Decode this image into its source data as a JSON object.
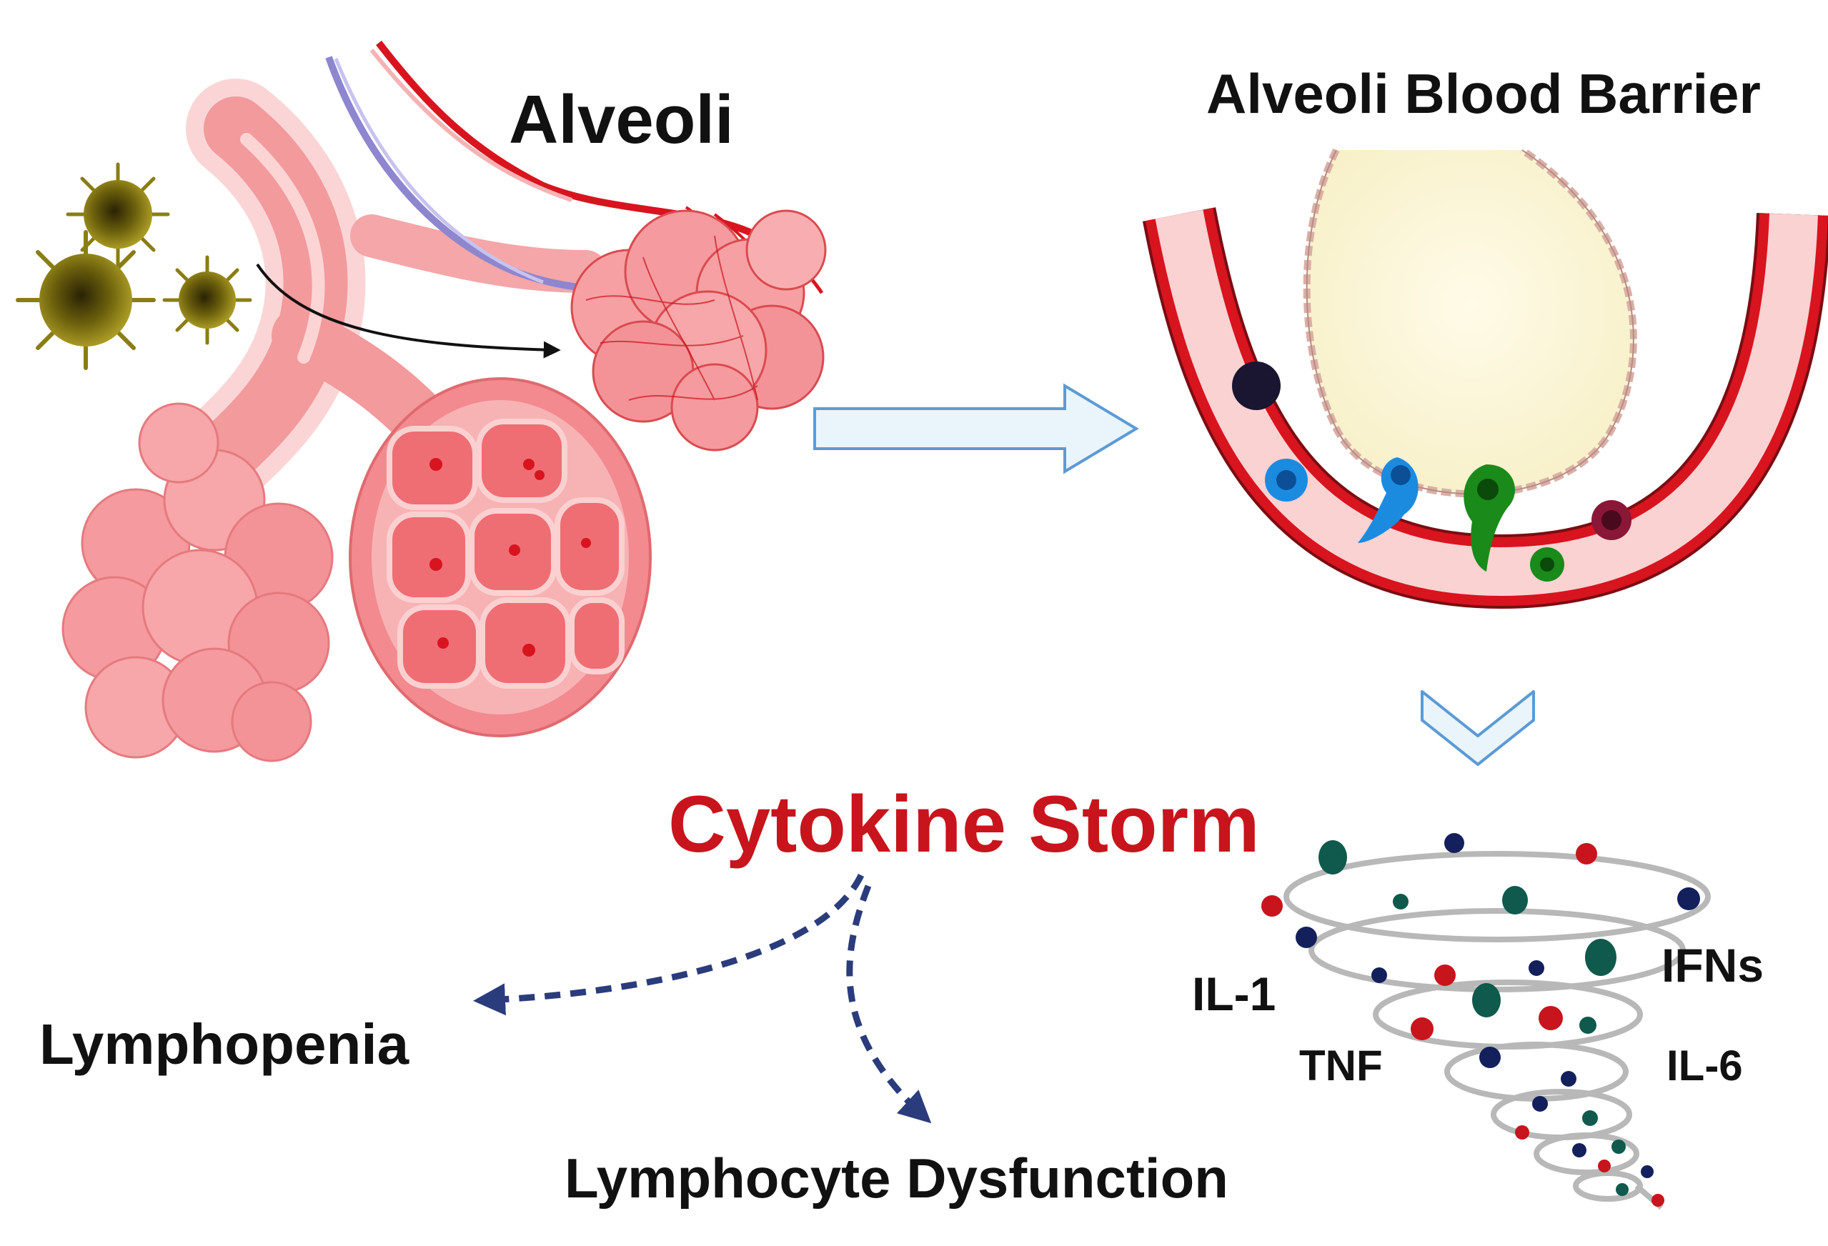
{
  "labels": {
    "alveoli": "Alveoli",
    "barrier": "Alveoli Blood Barrier",
    "storm": "Cytokine Storm",
    "lymphopenia": "Lymphopenia",
    "dysfunction": "Lymphocyte Dysfunction",
    "il1": "IL-1",
    "ifns": "IFNs",
    "tnf": "TNF",
    "il6": "IL-6"
  },
  "colors": {
    "storm_text": "#c8141c",
    "label_text": "#111111",
    "lung_pink": "#f28a8f",
    "lung_light": "#fbc4c4",
    "vessel_red": "#d8141f",
    "vessel_dark": "#7a0d12",
    "vein_purple": "#8e86cf",
    "virus_olive": "#8a7d14",
    "arrow_outline": "#5b9bd5",
    "arrow_fill": "#eaf4fb",
    "dashed_navy": "#15286e",
    "dot_teal": "#0f5a4c",
    "dot_navy": "#14205c",
    "dot_red": "#c8141c",
    "cell_blue": "#1b8be0",
    "cell_green": "#1a8a1a",
    "cell_dark": "#1a1530",
    "cell_maroon": "#8a1638"
  },
  "icons": {
    "virus": "coronavirus-icon",
    "arrow_right": "block-arrow-right-icon",
    "chevron_down": "chevron-down-icon",
    "tornado": "cytokine-tornado-icon"
  }
}
